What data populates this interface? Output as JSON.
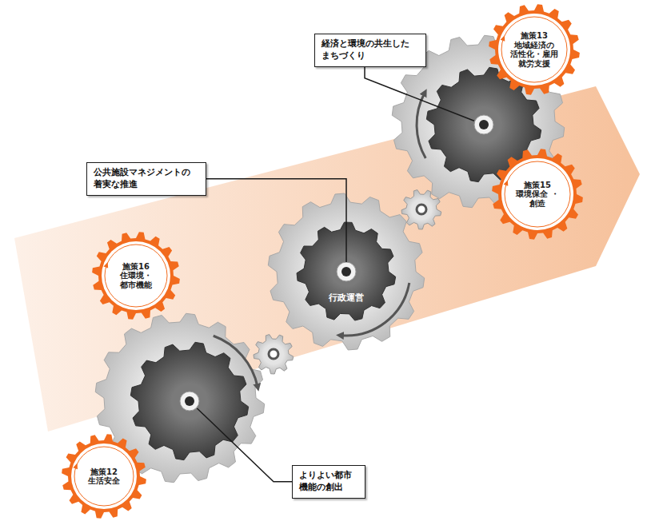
{
  "diagram": {
    "nodes": [
      {
        "text": [
          "経済と環境の共生した まちづくり"
        ]
      },
      {
        "text": [
          "施策13",
          "地域経済の 活性化・雇用 就労支援"
        ]
      },
      {
        "text": [
          "施策15",
          "環境保全 ・創造"
        ]
      },
      {
        "text": [
          "公共施設マネジメントの 着実な推進"
        ]
      },
      {
        "text": [
          "行政運営"
        ]
      },
      {
        "text": [
          "施策16",
          "住環境・ 都市機能"
        ]
      },
      {
        "text": [
          "施策12",
          "生活安全"
        ]
      },
      {
        "text": [
          "よりよい都市 機能の創出"
        ]
      }
    ],
    "edges": [
      {
        "from": 3,
        "to": 4,
        "arrow": "none"
      }
    ]
  }
}
